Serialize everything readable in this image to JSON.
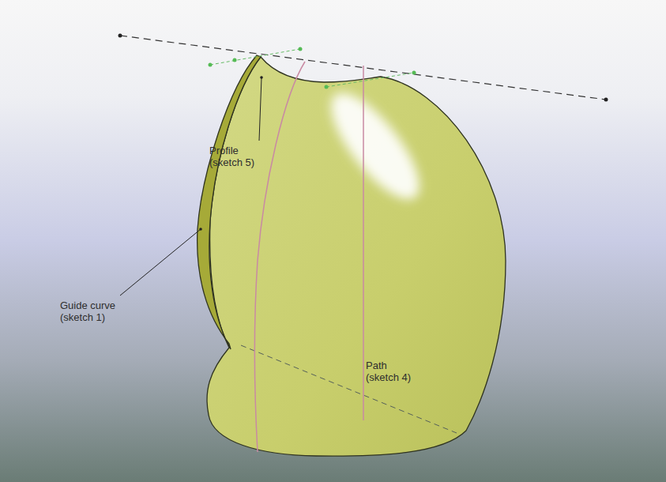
{
  "diagram": {
    "labels": [
      "Profile (sketch 5)",
      "Guide curve (sketch 1)",
      "Path (sketch 4)"
    ]
  }
}
